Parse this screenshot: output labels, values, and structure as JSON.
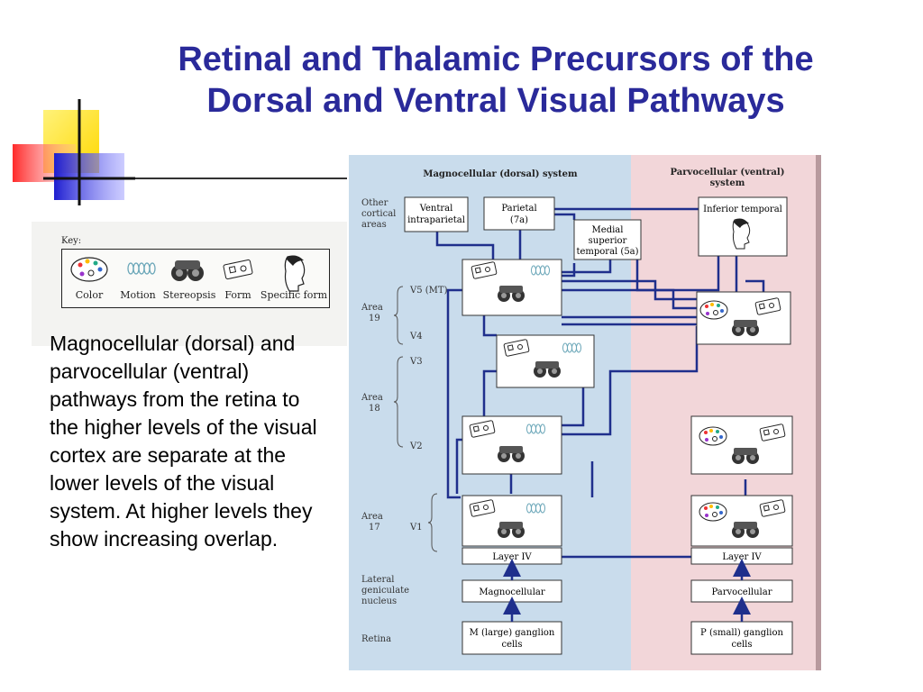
{
  "title": {
    "line1": "Retinal and Thalamic Precursors of the",
    "line2": "Dorsal and Ventral Visual Pathways"
  },
  "body": {
    "text": "Magnocellular (dorsal) and parvocellular (ventral) pathways from the retina to the higher levels of the visual cortex are separate at the lower levels of the visual system. At higher levels they show increasing overlap."
  },
  "key": {
    "label": "Key:",
    "items": [
      "Color",
      "Motion",
      "Stereopsis",
      "Form",
      "Specific form"
    ]
  },
  "diagram": {
    "magno_header": "Magnocellular (dorsal) system",
    "parvo_header_1": "Parvocellular (ventral)",
    "parvo_header_2": "system",
    "left_labels": {
      "other_1": "Other",
      "other_2": "cortical",
      "other_3": "areas",
      "area19_1": "Area",
      "area19_2": "19",
      "area18_1": "Area",
      "area18_2": "18",
      "area17_1": "Area",
      "area17_2": "17",
      "lgn_1": "Lateral",
      "lgn_2": "geniculate",
      "lgn_3": "nucleus",
      "retina": "Retina"
    },
    "sub_labels": {
      "v5": "V5 (MT)",
      "v4": "V4",
      "v3": "V3",
      "v2": "V2",
      "v1": "V1"
    },
    "boxes": {
      "ventral_intraparietal_1": "Ventral",
      "ventral_intraparietal_2": "intraparietal",
      "parietal_1": "Parietal",
      "parietal_2": "(7a)",
      "mst_1": "Medial",
      "mst_2": "superior",
      "mst_3": "temporal (5a)",
      "inferior_temporal": "Inferior temporal",
      "layer_iv_magno": "Layer IV",
      "layer_iv_parvo": "Layer IV",
      "magnocellular": "Magnocellular",
      "parvocellular": "Parvocellular",
      "m_ganglion_1": "M (large) ganglion",
      "m_ganglion_2": "cells",
      "p_ganglion_1": "P (small) ganglion",
      "p_ganglion_2": "cells"
    }
  },
  "colors": {
    "title": "#2a2a9a",
    "magno_bg": "#c9dcec",
    "parvo_bg": "#f2d6d9",
    "pathway": "#1f2f8c",
    "deco_yellow": "#ffe600",
    "deco_blue": "#2b2bd6",
    "deco_red": "#ff4444"
  }
}
